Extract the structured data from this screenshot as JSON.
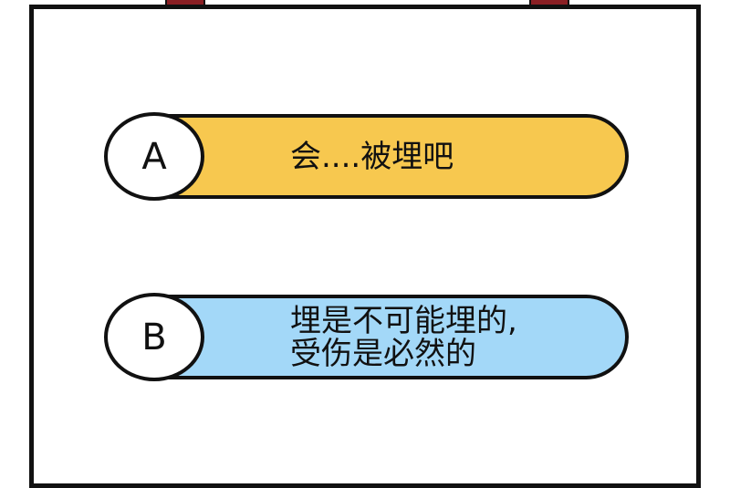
{
  "options": [
    {
      "letter": "A",
      "lines": [
        "会....被埋吧"
      ],
      "color": "#f7c84f"
    },
    {
      "letter": "B",
      "lines": [
        "埋是不可能埋的,",
        "受伤是必然的"
      ],
      "color": "#a3d8f8"
    }
  ]
}
